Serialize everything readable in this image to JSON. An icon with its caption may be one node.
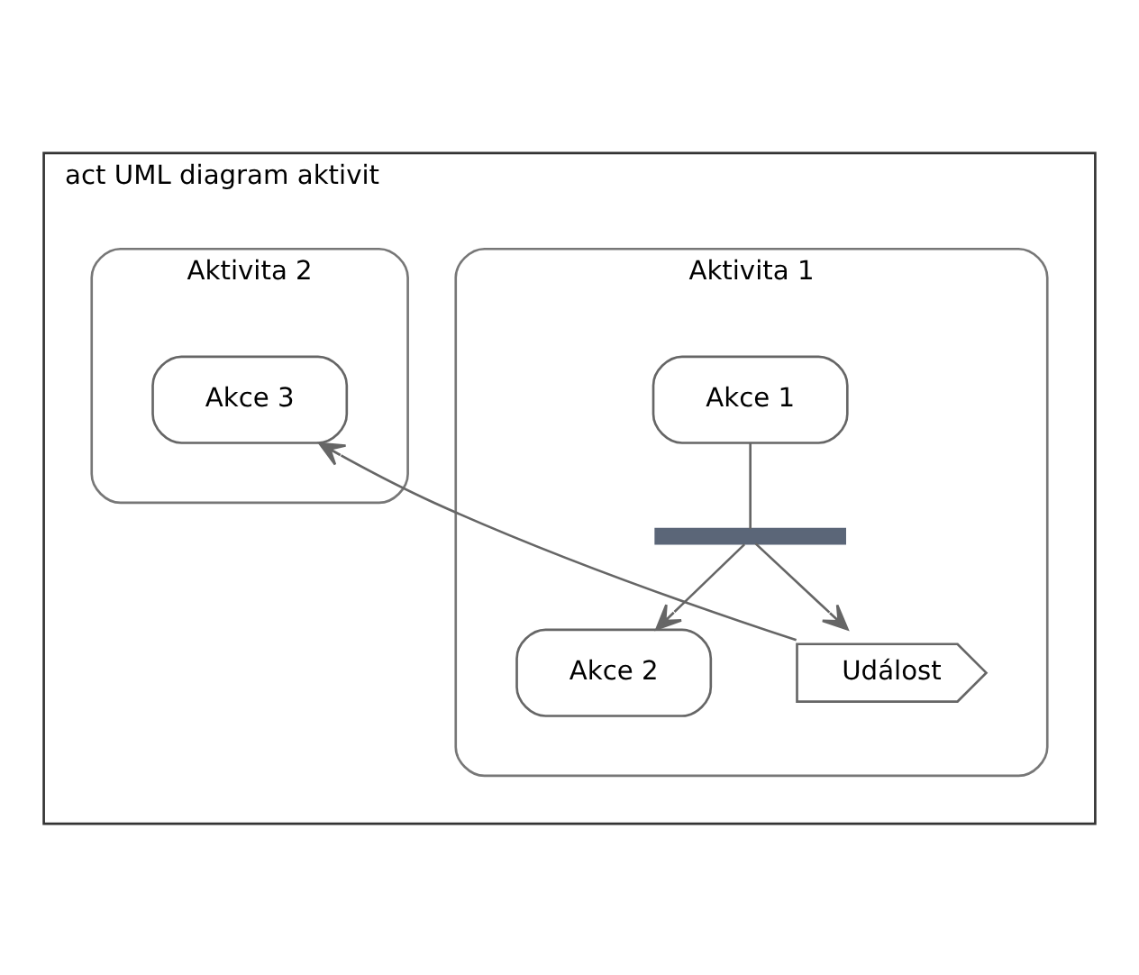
{
  "diagram": {
    "nodes": [
      {
        "text": [
          "act UML diagram aktivit"
        ]
      },
      {
        "text": [
          "Aktivita 1"
        ],
        "in": 0
      },
      {
        "text": [
          "Akce 1"
        ],
        "in": 1
      },
      {
        "text": [],
        "shape": "bar",
        "in": 1
      },
      {
        "text": [
          "Akce 2"
        ],
        "in": 1
      },
      {
        "text": [
          "Událost"
        ],
        "in": 1
      },
      {
        "text": [
          "Aktivita 2"
        ],
        "in": 0
      },
      {
        "text": [
          "Akce 3"
        ],
        "in": 6
      }
    ],
    "edges": [
      {
        "from": 2,
        "to": 3,
        "arrow": "none"
      },
      {
        "from": 3,
        "to": 4,
        "arrow": "to"
      },
      {
        "from": 3,
        "to": 5,
        "arrow": "to"
      },
      {
        "from": 5,
        "to": 7,
        "arrow": "to"
      }
    ]
  }
}
